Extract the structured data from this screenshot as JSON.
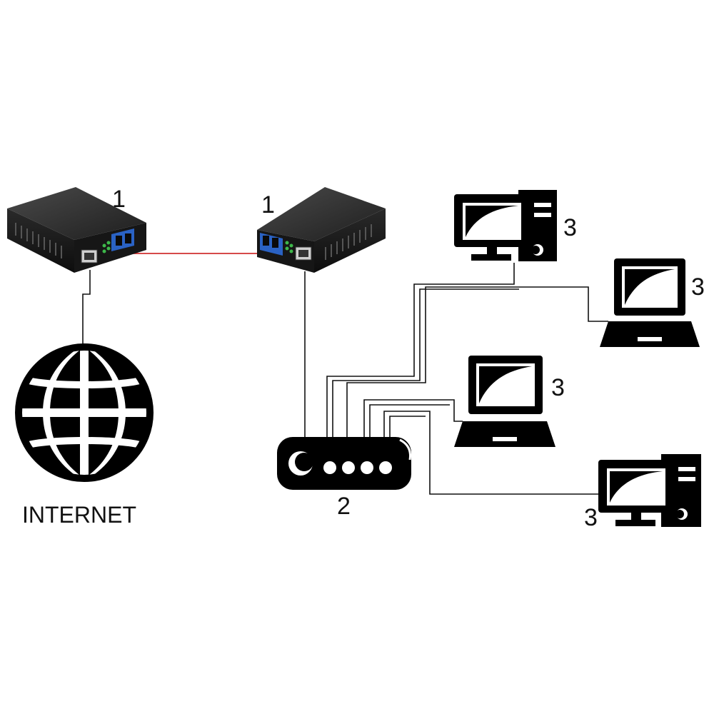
{
  "diagram": {
    "labels": {
      "converter_left": "1",
      "converter_right": "1",
      "router": "2",
      "pc_top": "3",
      "laptop_top": "3",
      "laptop_mid": "3",
      "pc_bottom": "3",
      "internet": "INTERNET"
    },
    "colors": {
      "fiber_link": "#d03030",
      "device_body": "#1a1a1a",
      "icon_fill": "#000000",
      "wire": "#111111"
    },
    "icons": [
      "media-converter-icon",
      "globe-icon",
      "router-icon",
      "desktop-computer-icon",
      "laptop-icon"
    ]
  }
}
